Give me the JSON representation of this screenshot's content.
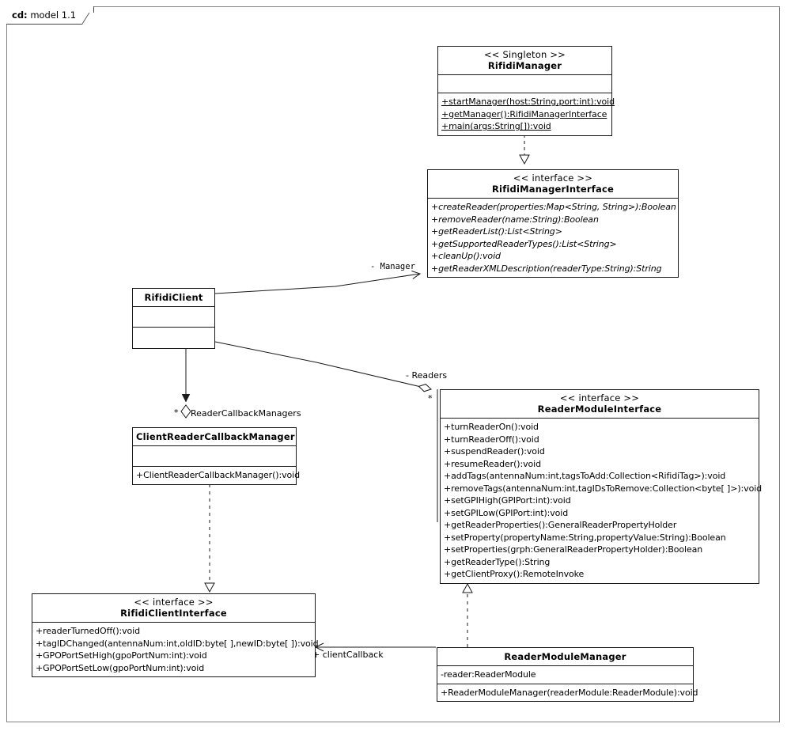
{
  "frame": {
    "keyword": "cd:",
    "name": "model 1.1"
  },
  "classes": {
    "rifidi_manager": {
      "stereotype": "<< Singleton >>",
      "name": "RifidiManager",
      "attributes": [],
      "operations": [
        "+startManager(host:String,port:int):void",
        "+getManager():RifidiManagerInterface",
        "+main(args:String[]):void"
      ]
    },
    "rifidi_manager_interface": {
      "stereotype": "<< interface >>",
      "name": "RifidiManagerInterface",
      "operations": [
        "+createReader(properties:Map<String, String>):Boolean",
        "+removeReader(name:String):Boolean",
        "+getReaderList():List<String>",
        "+getSupportedReaderTypes():List<String>",
        "+cleanUp():void",
        "+getReaderXMLDescription(readerType:String):String"
      ]
    },
    "rifidi_client": {
      "name": "RifidiClient",
      "attributes": [],
      "operations": []
    },
    "reader_module_interface": {
      "stereotype": "<< interface >>",
      "name": "ReaderModuleInterface",
      "operations": [
        "+turnReaderOn():void",
        "+turnReaderOff():void",
        "+suspendReader():void",
        "+resumeReader():void",
        "+addTags(antennaNum:int,tagsToAdd:Collection<RifidiTag>):void",
        "+removeTags(antennaNum:int,tagIDsToRemove:Collection<byte[ ]>):void",
        "+setGPIHigh(GPIPort:int):void",
        "+setGPILow(GPIPort:int):void",
        "+getReaderProperties():GeneralReaderPropertyHolder",
        "+setProperty(propertyName:String,propertyValue:String):Boolean",
        "+setProperties(grph:GeneralReaderPropertyHolder):Boolean",
        "+getReaderType():String",
        "+getClientProxy():RemoteInvoke"
      ]
    },
    "client_reader_callback_manager": {
      "name": "ClientReaderCallbackManager",
      "attributes": [],
      "operations": [
        "+ClientReaderCallbackManager():void"
      ]
    },
    "rifidi_client_interface": {
      "stereotype": "<< interface >>",
      "name": "RifidiClientInterface",
      "operations": [
        "+readerTurnedOff():void",
        "+tagIDChanged(antennaNum:int,oldID:byte[ ],newID:byte[ ]):void",
        "+GPOPortSetHigh(gpoPortNum:int):void",
        "+GPOPortSetLow(gpoPortNum:int):void"
      ]
    },
    "reader_module_manager": {
      "name": "ReaderModuleManager",
      "attributes": [
        "-reader:ReaderModule"
      ],
      "operations": [
        "+ReaderModuleManager(readerModule:ReaderModule):void"
      ]
    }
  },
  "relationships": {
    "manager_role": "- Manager",
    "readers_role": "- Readers",
    "readers_multiplicity": "*",
    "callback_managers_role": "ReaderCallbackManagers",
    "callback_managers_multiplicity": "*",
    "client_callback_role": "+ clientCallback"
  },
  "colors": {
    "stroke": "#1a1a1a",
    "frame_stroke": "#808080",
    "background": "#ffffff"
  }
}
